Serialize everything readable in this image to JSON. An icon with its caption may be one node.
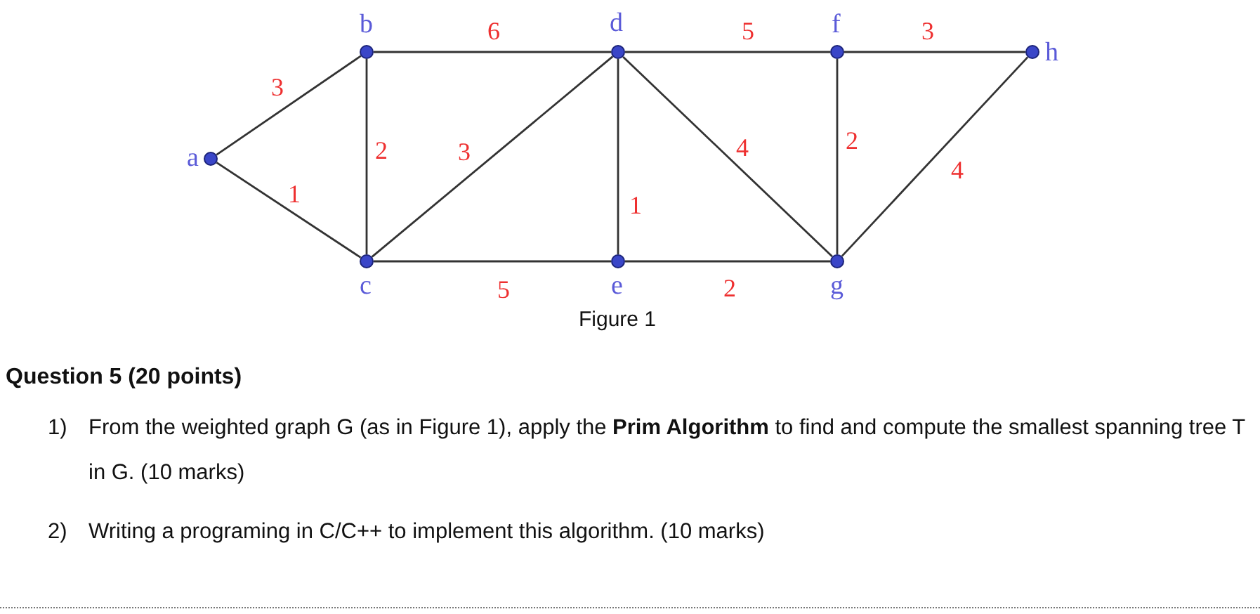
{
  "diagram": {
    "caption": "Figure 1",
    "nodes": [
      {
        "text": [
          "a"
        ]
      },
      {
        "text": [
          "b"
        ]
      },
      {
        "text": [
          "c"
        ]
      },
      {
        "text": [
          "d"
        ]
      },
      {
        "text": [
          "e"
        ]
      },
      {
        "text": [
          "f"
        ]
      },
      {
        "text": [
          "g"
        ]
      },
      {
        "text": [
          "h"
        ]
      }
    ],
    "edges": [
      {
        "from": 0,
        "to": 1,
        "arrow": "none",
        "label": "3"
      },
      {
        "from": 0,
        "to": 2,
        "arrow": "none",
        "label": "1"
      },
      {
        "from": 1,
        "to": 2,
        "arrow": "none",
        "label": "2"
      },
      {
        "from": 1,
        "to": 3,
        "arrow": "none",
        "label": "6"
      },
      {
        "from": 2,
        "to": 3,
        "arrow": "none",
        "label": "3"
      },
      {
        "from": 2,
        "to": 4,
        "arrow": "none",
        "label": "5"
      },
      {
        "from": 3,
        "to": 4,
        "arrow": "none",
        "label": "1"
      },
      {
        "from": 3,
        "to": 5,
        "arrow": "none",
        "label": "5"
      },
      {
        "from": 3,
        "to": 6,
        "arrow": "none",
        "label": "4"
      },
      {
        "from": 4,
        "to": 6,
        "arrow": "none",
        "label": "2"
      },
      {
        "from": 5,
        "to": 6,
        "arrow": "none",
        "label": "2"
      },
      {
        "from": 5,
        "to": 7,
        "arrow": "none",
        "label": "3"
      },
      {
        "from": 6,
        "to": 7,
        "arrow": "none",
        "label": "4"
      }
    ],
    "labels": [
      "Question 5 (20 points)",
      "1)",
      "From the weighted graph G (as in Figure 1), apply the **Prim Algorithm** to find and compute the smallest spanning tree T in G. (10 marks)",
      "2)",
      "Writing a programing in C/C++ to implement this algorithm. (10 marks)"
    ]
  }
}
